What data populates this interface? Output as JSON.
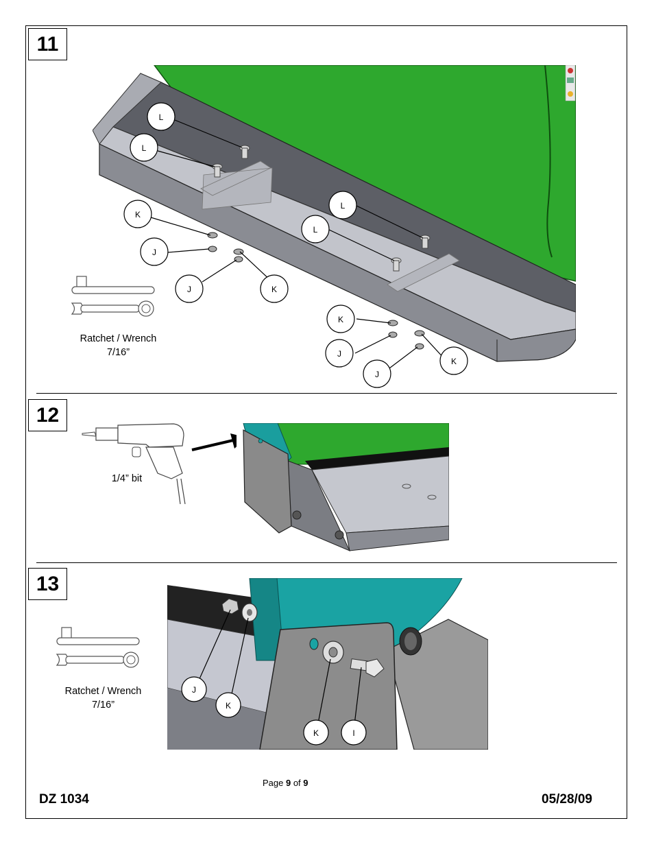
{
  "steps": [
    {
      "number": "11"
    },
    {
      "number": "12"
    },
    {
      "number": "13"
    }
  ],
  "step11": {
    "labels": {
      "L": "L",
      "K": "K",
      "J": "J"
    },
    "tool_caption_line1": "Ratchet / Wrench",
    "tool_caption_line2": "7/16”"
  },
  "step12": {
    "tool_caption": "1/4” bit"
  },
  "step13": {
    "labels": {
      "J": "J",
      "K": "K",
      "I": "I"
    },
    "tool_caption_line1": "Ratchet / Wrench",
    "tool_caption_line2": "7/16”"
  },
  "footer": {
    "page_prefix": "Page ",
    "page_current": "9",
    "page_mid": " of ",
    "page_total": "9",
    "doc_id": "DZ 1034",
    "date": "05/28/09"
  },
  "colors": {
    "green_body": "#2aa22a",
    "teal_body": "#1a9e9e",
    "tray_gray": "#b9bbc2",
    "plate_gray": "#8c8c8c"
  }
}
